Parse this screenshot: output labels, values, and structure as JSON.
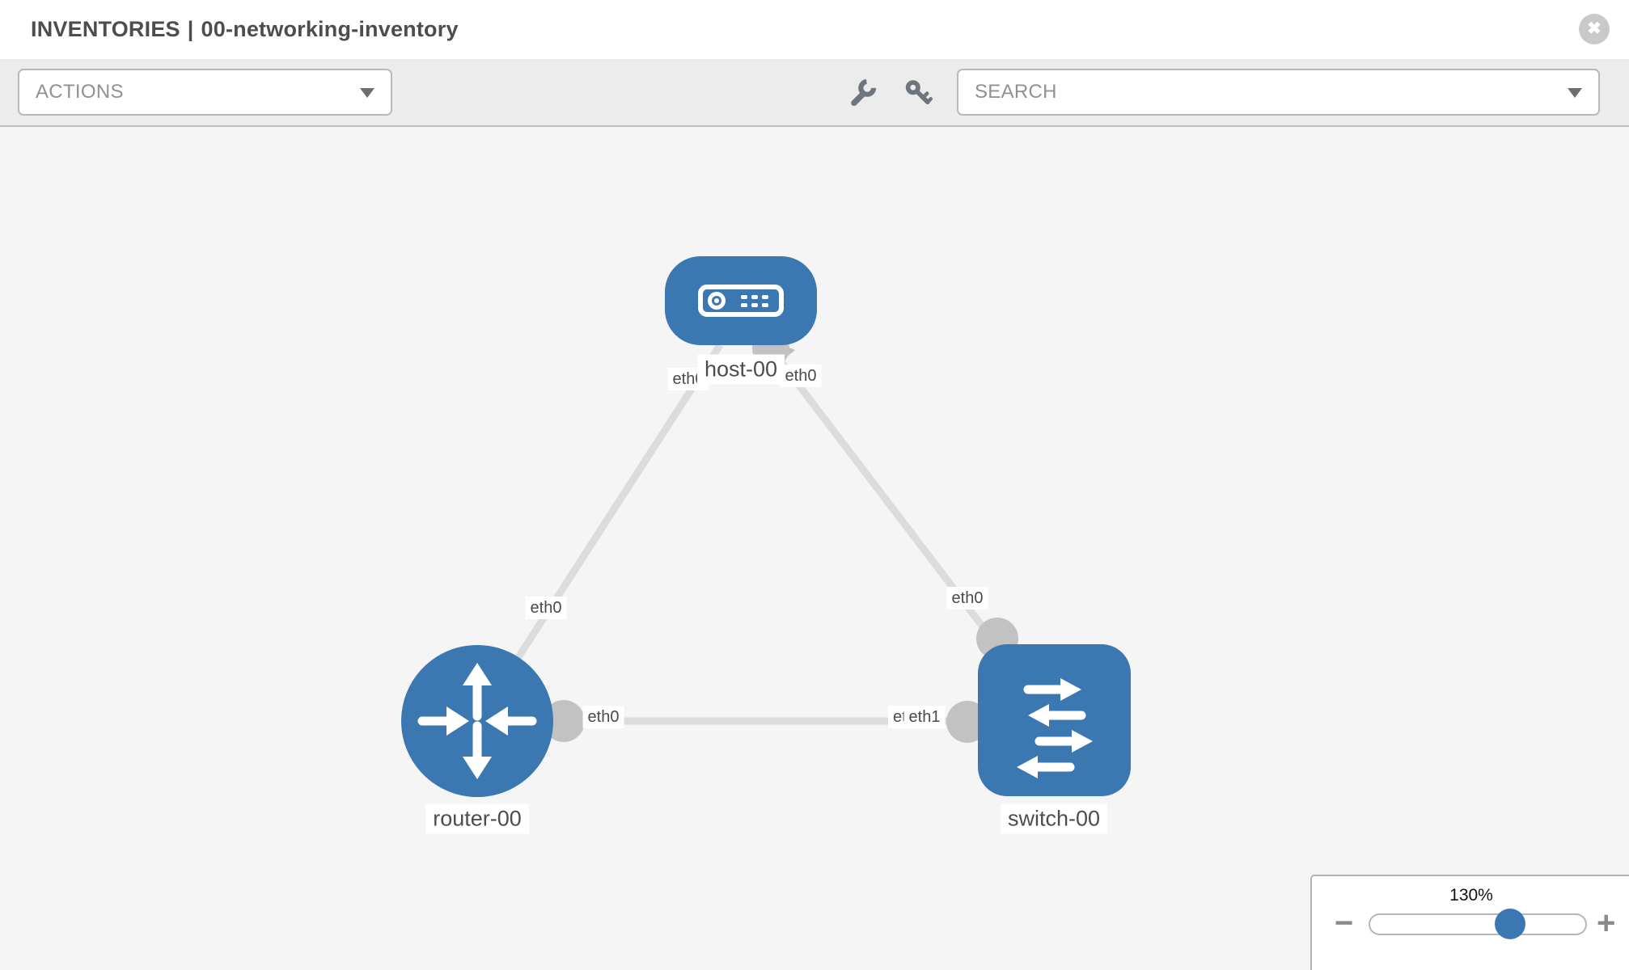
{
  "header": {
    "title_prefix": "INVENTORIES",
    "title_separator": "|",
    "title_name": "00-networking-inventory",
    "close_icon": "✖"
  },
  "toolbar": {
    "actions_label": "ACTIONS",
    "search_placeholder": "SEARCH",
    "icons": [
      "wrench-icon",
      "key-icon"
    ]
  },
  "canvas": {
    "nodes": [
      {
        "name": "host-00",
        "type": "host"
      },
      {
        "name": "router-00",
        "type": "router"
      },
      {
        "name": "switch-00",
        "type": "switch"
      }
    ],
    "links": [
      {
        "from": "host-00",
        "from_interface": "eth0",
        "to": "router-00",
        "to_interface": "eth0"
      },
      {
        "from": "host-00",
        "from_interface": "eth0",
        "to": "switch-00",
        "to_interface": "eth0"
      },
      {
        "from": "router-00",
        "from_interface": "eth0",
        "to": "switch-00",
        "to_interface": "eth1",
        "to_interface_overlapped": "eth0"
      }
    ]
  },
  "zoom_control": {
    "level": "130%",
    "minus_label": "−",
    "plus_label": "+"
  },
  "colors": {
    "node_blue": "#3b78b2",
    "link_gray": "#dcdcdc",
    "connector_gray": "#c2c2c2",
    "toolbar_gray": "#ececec",
    "canvas_gray": "#f5f5f5"
  }
}
